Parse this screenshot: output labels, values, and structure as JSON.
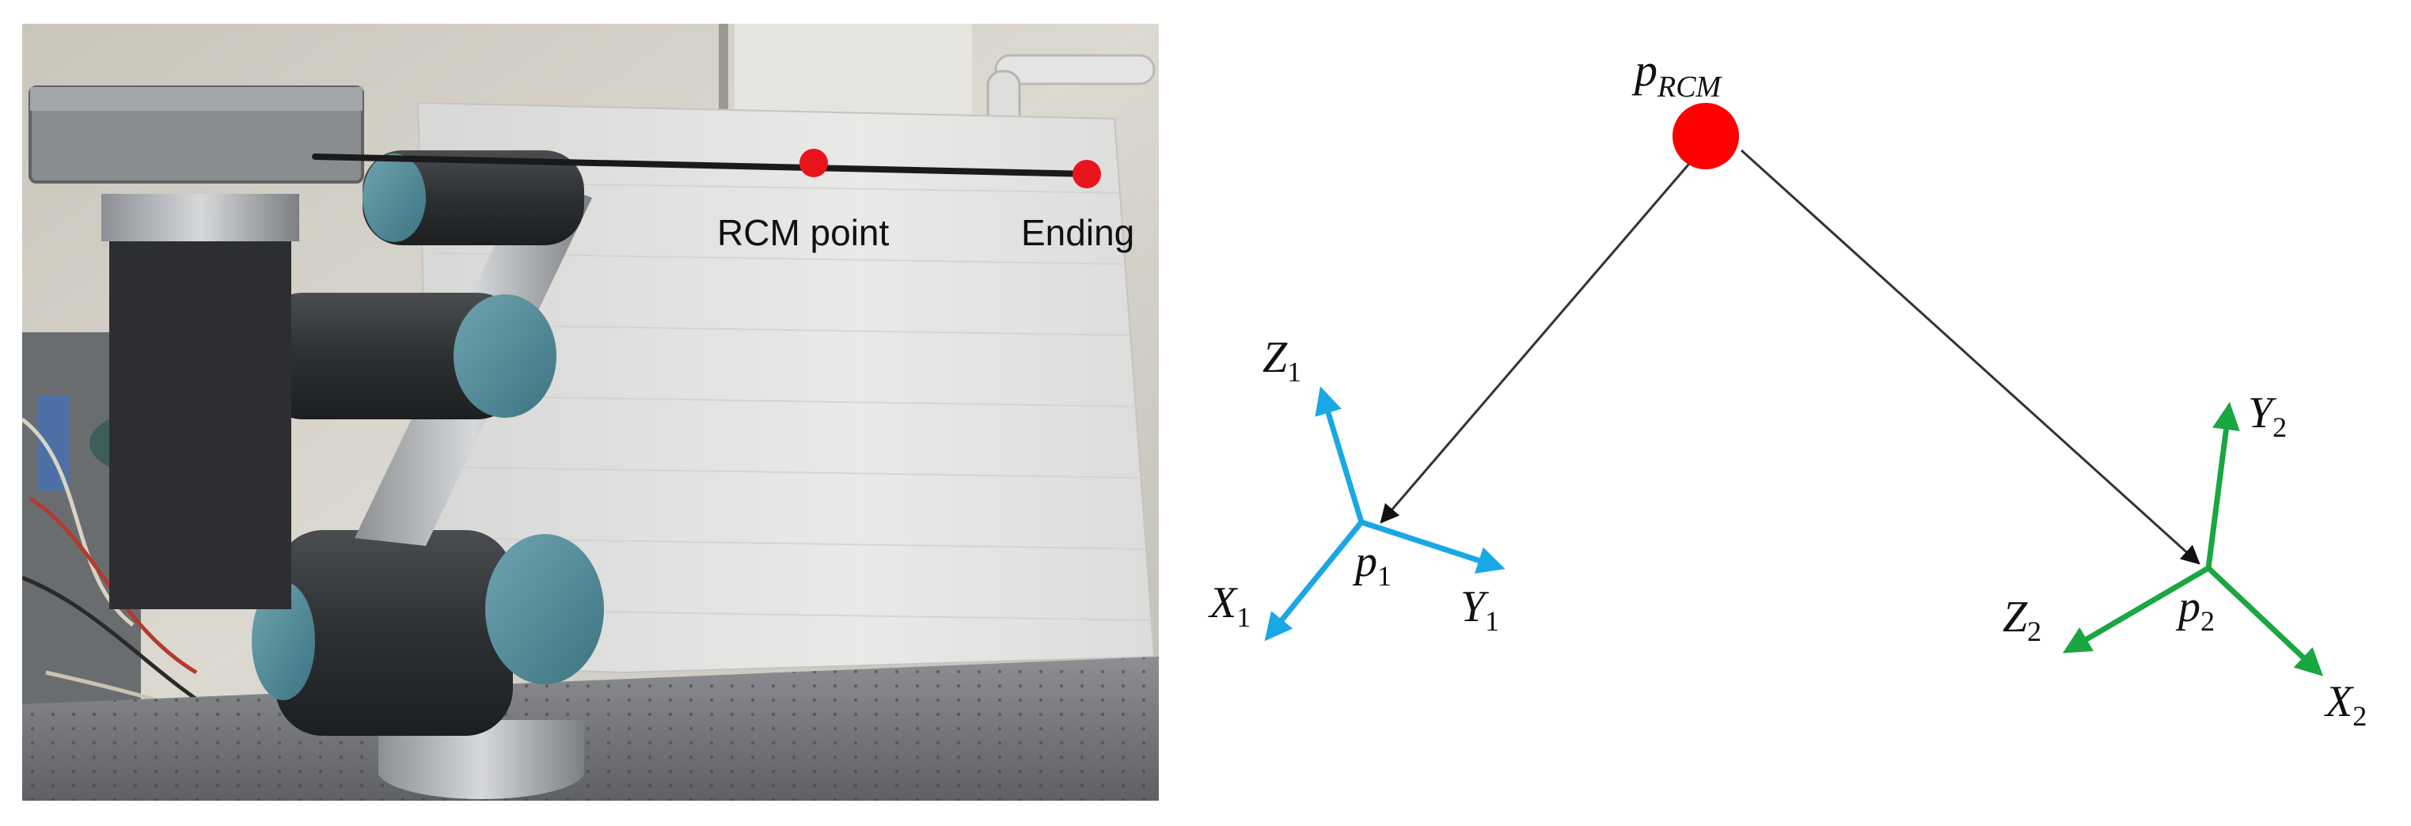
{
  "photo": {
    "labels": {
      "rcm_point": "RCM point",
      "ending": "Ending"
    },
    "marker_color": "#e8141b"
  },
  "diagram": {
    "rcm": {
      "symbol": "p",
      "subscript": "RCM",
      "color": "#ff0000"
    },
    "frame1": {
      "origin": {
        "symbol": "p",
        "subscript": "1"
      },
      "axes": {
        "z": {
          "symbol": "Z",
          "subscript": "1"
        },
        "x": {
          "symbol": "X",
          "subscript": "1"
        },
        "y": {
          "symbol": "Y",
          "subscript": "1"
        }
      },
      "color": "#1aa7e6"
    },
    "frame2": {
      "origin": {
        "symbol": "p",
        "subscript": "2"
      },
      "axes": {
        "y": {
          "symbol": "Y",
          "subscript": "2"
        },
        "z": {
          "symbol": "Z",
          "subscript": "2"
        },
        "x": {
          "symbol": "X",
          "subscript": "2"
        }
      },
      "color": "#1aa640"
    }
  }
}
